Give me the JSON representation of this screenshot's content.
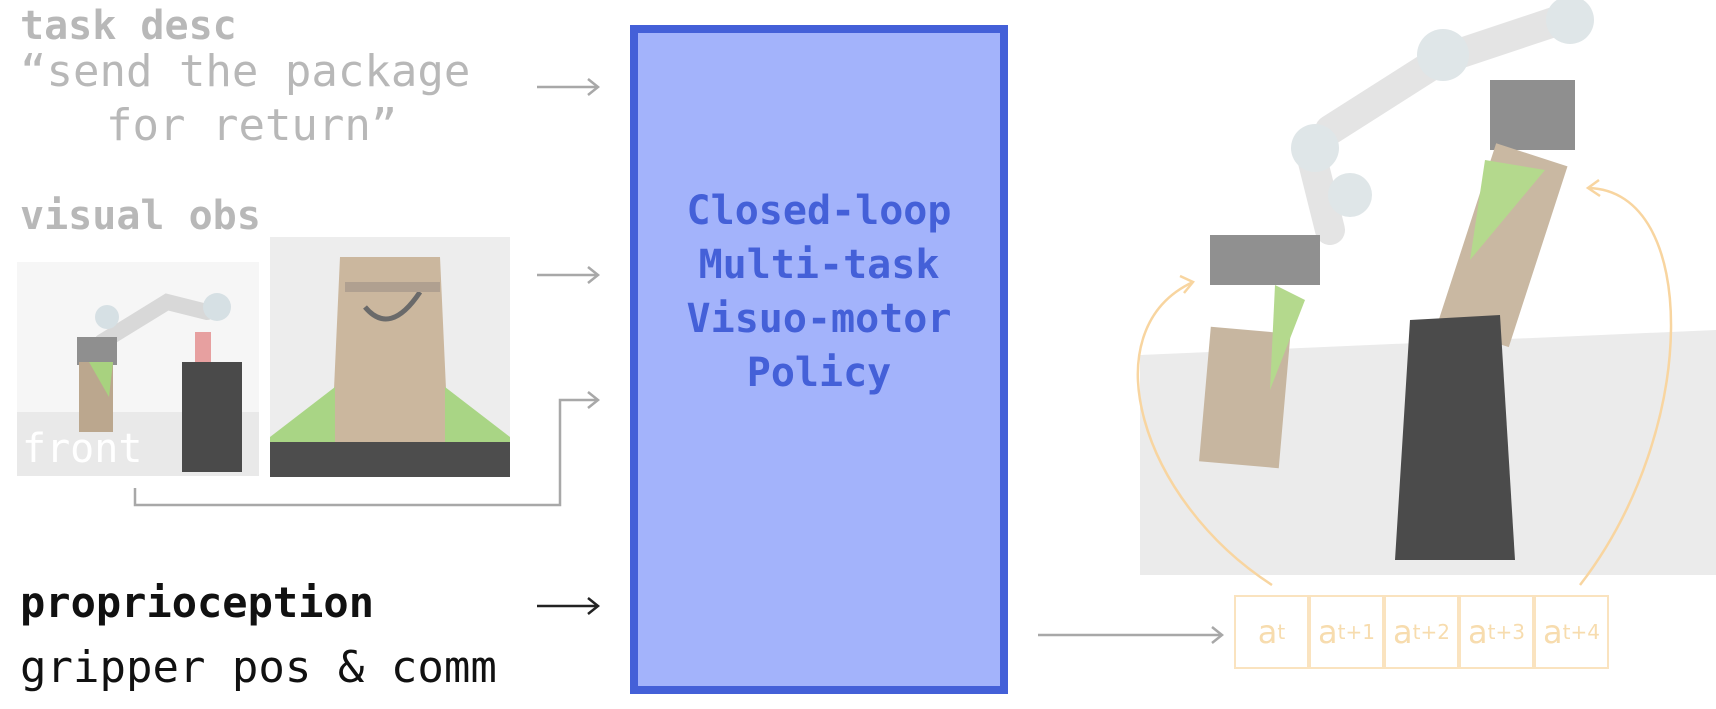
{
  "inputs": {
    "task_heading": "task desc",
    "task_line1": "“send the package",
    "task_line2": "for return”",
    "visual_heading": "visual obs",
    "front_label": "front",
    "proprio_heading": "proprioception",
    "proprio_detail": "gripper pos & comm"
  },
  "policy": {
    "label": "Closed-loop\nMulti-task\nVisuo-motor\nPolicy",
    "fill_color": "#a3b3fb",
    "border_color": "#4460d8"
  },
  "actions": [
    {
      "base": "a",
      "sub": "t"
    },
    {
      "base": "a",
      "sub": "t+1"
    },
    {
      "base": "a",
      "sub": "t+2"
    },
    {
      "base": "a",
      "sub": "t+3"
    },
    {
      "base": "a",
      "sub": "t+4"
    }
  ],
  "colors": {
    "faded_text": "#b8b8b8",
    "arrow": "#a8a8a8",
    "action_color": "#f7dcae"
  }
}
